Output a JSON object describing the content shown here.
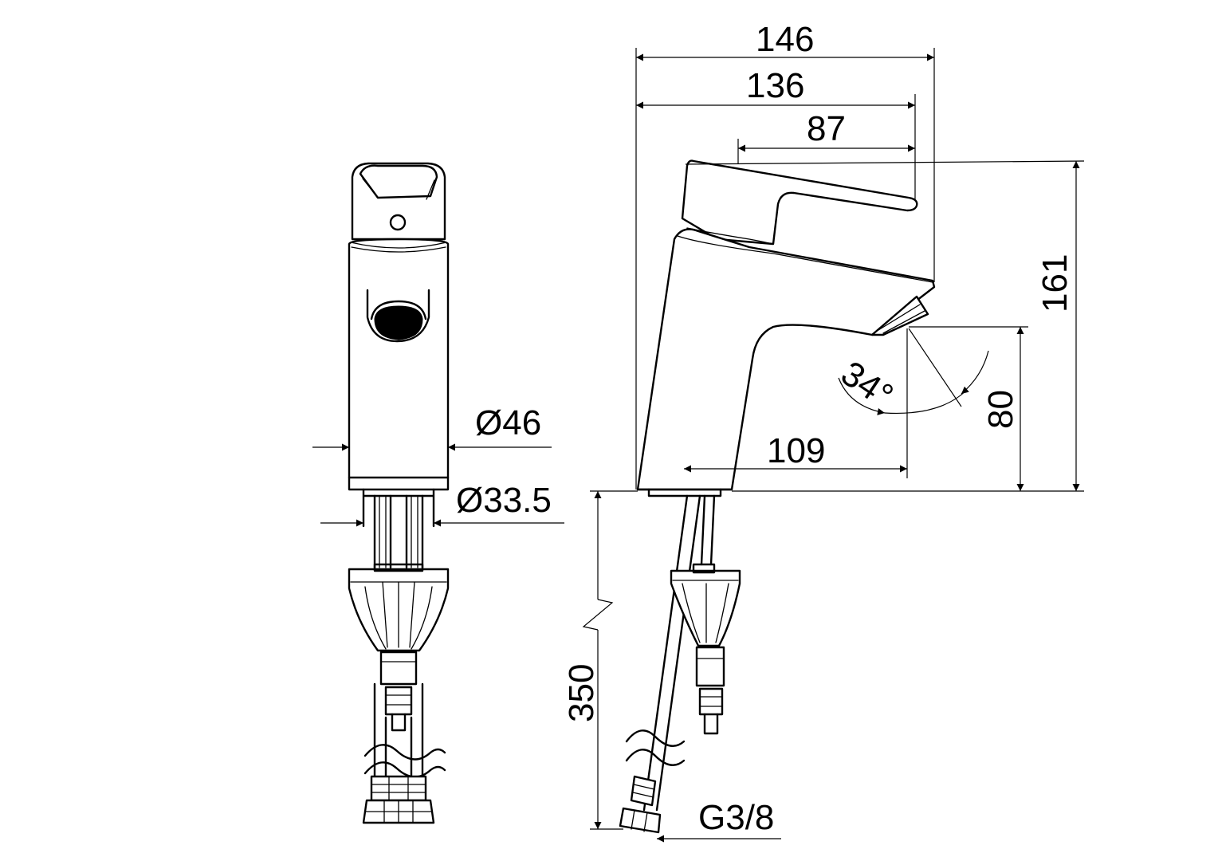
{
  "drawing": {
    "dimensions": {
      "overall_length": "146",
      "spout_reach": "136",
      "lever_length": "87",
      "outlet_reach": "109",
      "total_height": "161",
      "outlet_height": "80",
      "spray_angle": "34°",
      "body_diameter": "Ø46",
      "shank_diameter": "Ø33.5",
      "hose_length": "350",
      "connection_thread": "G3/8"
    }
  }
}
